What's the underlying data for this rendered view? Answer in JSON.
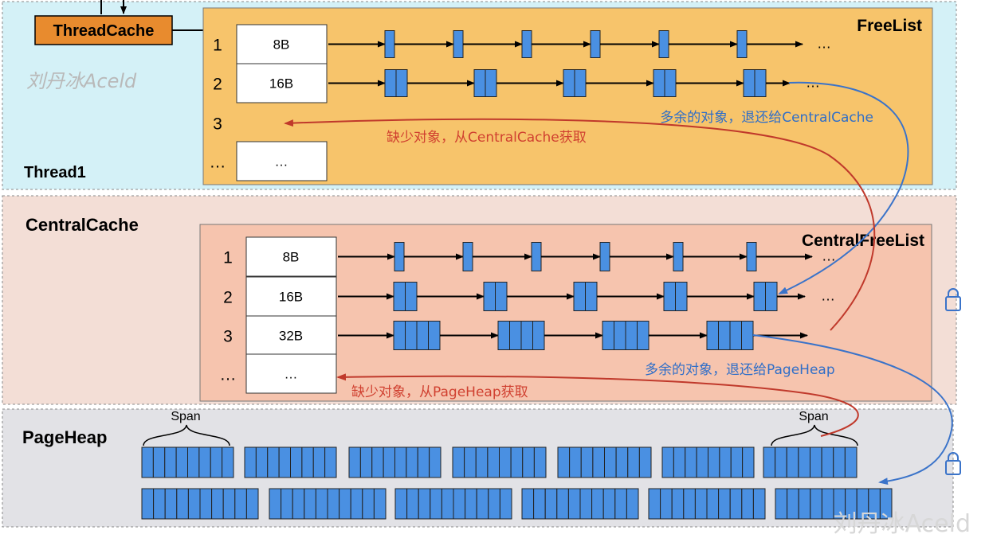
{
  "thread": {
    "label": "Thread1",
    "cache_label": "ThreadCache",
    "freelist_title": "FreeList",
    "watermark": "刘丹冰Aceld",
    "rows": [
      {
        "index": "1",
        "size": "8B",
        "chunk_cells": 1
      },
      {
        "index": "2",
        "size": "16B",
        "chunk_cells": 2
      },
      {
        "index": "3",
        "size": ""
      },
      {
        "index": "…",
        "size": "…"
      }
    ],
    "return_note": "多余的对象，退还给CentralCache",
    "fetch_note": "缺少对象，从CentralCache获取"
  },
  "central": {
    "label": "CentralCache",
    "freelist_title": "CentralFreeList",
    "rows": [
      {
        "index": "1",
        "size": "8B",
        "chunk_cells": 1
      },
      {
        "index": "2",
        "size": "16B",
        "chunk_cells": 2
      },
      {
        "index": "3",
        "size": "32B",
        "chunk_cells": 4
      },
      {
        "index": "…",
        "size": "…"
      }
    ],
    "return_note": "多余的对象，退还给PageHeap",
    "fetch_note": "缺少对象，从PageHeap获取"
  },
  "pageheap": {
    "label": "PageHeap",
    "span_label_left": "Span",
    "span_label_right": "Span"
  },
  "ellipsis": "…",
  "footer_watermark": "刘丹冰Aceld",
  "colors": {
    "thread_bg": "#d4f1f7",
    "freelist_bg": "#f7c46b",
    "central_bg": "#f3ded6",
    "central_list_bg": "#f6c4ae",
    "pageheap_bg": "#e2e2e6",
    "cache_box": "#e88b2e",
    "block_fill": "#4a90e2",
    "arrow_red": "#c0392b",
    "arrow_blue": "#3a73c9",
    "text_red": "#d04030",
    "text_blue": "#2f6ec8"
  },
  "icons": [
    "lock-icon",
    "lock-icon"
  ]
}
